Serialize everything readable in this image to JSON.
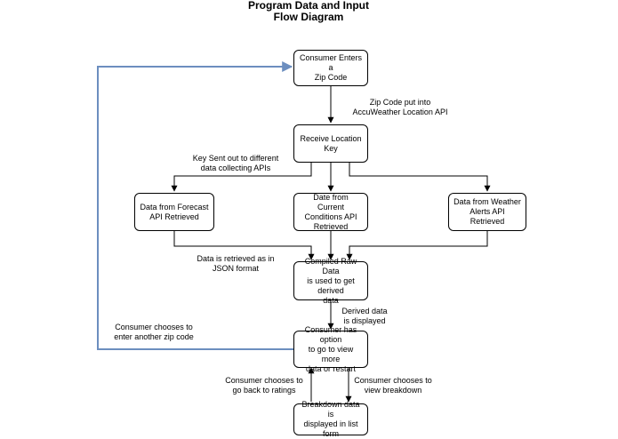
{
  "title": {
    "line1": "Program Data and Input",
    "line2": "Flow Diagram"
  },
  "nodes": {
    "enter_zip": "Consumer Enters a\nZip Code",
    "receive_key": "Receive Location\nKey",
    "forecast": "Data from Forecast\nAPI Retrieved",
    "current": "Date from Current\nConditions API\nRetrieved",
    "alerts": "Data from Weather\nAlerts API Retrieved",
    "compiled": "Compiled Raw Data\nis used to get derived\ndata",
    "option": "Consumer has option\nto go to view more\ndata or restart",
    "breakdown": "Breakdown data is\ndisplayed in list form"
  },
  "edge_labels": {
    "zip_to_api": "Zip Code put into\nAccuWeather Location API",
    "key_sent": "Key Sent out to different\ndata collecting APIs",
    "json": "Data is retrieved as in\nJSON format",
    "derived": "Derived data\nis displayed",
    "another_zip": "Consumer chooses to\nenter another zip code",
    "back_ratings": "Consumer chooses to\ngo back to ratings",
    "view_breakdown": "Consumer chooses to\nview breakdown"
  },
  "colors": {
    "line": "#000000",
    "loop_line": "#6c8ebf"
  }
}
